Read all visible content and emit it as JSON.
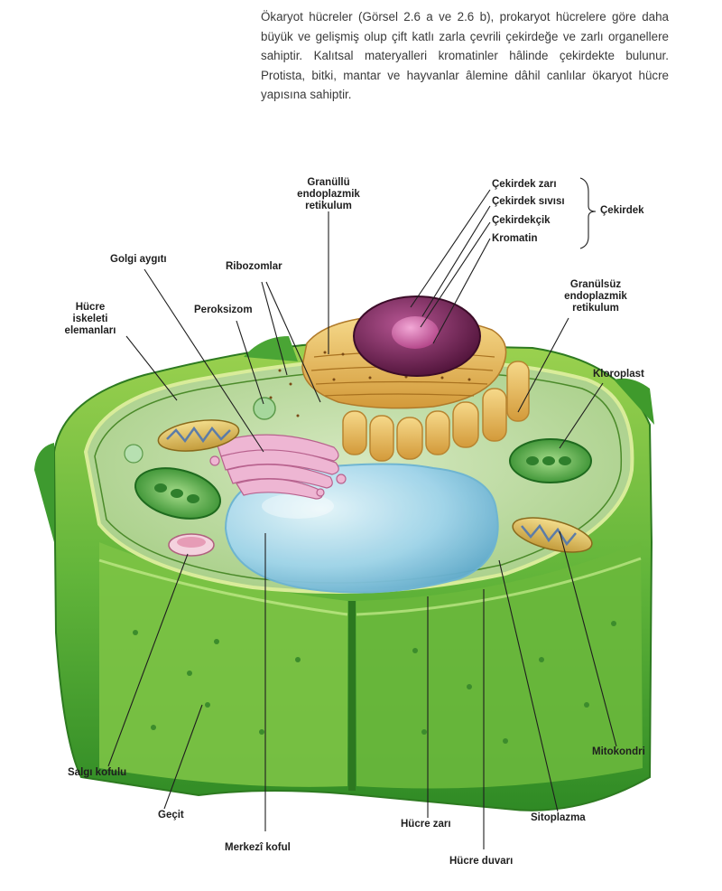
{
  "intro_text": "Ökaryot hücreler (Görsel 2.6 a ve 2.6 b), prokaryot hücrelere göre daha büyük ve gelişmiş olup çift katlı zarla çevrili çekirdeğe ve zarlı organellere sahiptir. Kalıtsal materyalleri kromatinler hâlinde çekirdekte bulunur. Protista, bitki, mantar ve hayvanlar âlemine dâhil canlılar ökaryot hücre yapısına sahiptir.",
  "labels": {
    "granullu_er": "Granüllü endoplazmik retikulum",
    "cekirdek_zari": "Çekirdek zarı",
    "cekirdek_sivisi": "Çekirdek sıvısı",
    "cekirdekcik": "Çekirdekçik",
    "kromatin": "Kromatin",
    "cekirdek": "Çekirdek",
    "golgi": "Golgi aygıtı",
    "ribozomlar": "Ribozomlar",
    "peroksizom": "Peroksizom",
    "hucre_iskeleti": "Hücre iskeleti elemanları",
    "granulsuz_er": "Granülsüz endoplazmik retikulum",
    "kloroplast": "Kloroplast",
    "mitokondri": "Mitokondri",
    "salgi_kofulu": "Salgı kofulu",
    "gecit": "Geçit",
    "merkezi_koful": "Merkezî koful",
    "hucre_zari": "Hücre zarı",
    "sitoplazma": "Sitoplazma",
    "hucre_duvari": "Hücre duvarı"
  },
  "colors": {
    "cell_wall": "#3f9a2c",
    "cytoplasm": "#b9d79a",
    "vacuole": "#9fd3ea",
    "nucleus": "#7d2a5f",
    "er": "#e8b65a",
    "golgi": "#e9a8c8",
    "chloroplast": "#3e9b3e"
  }
}
